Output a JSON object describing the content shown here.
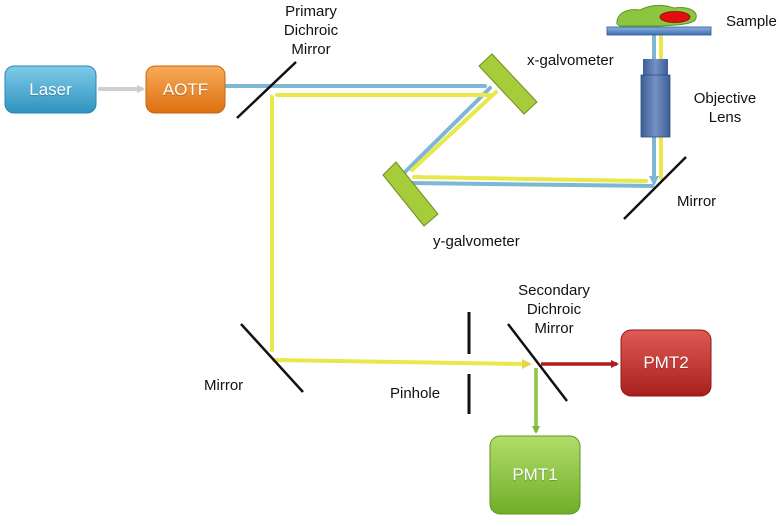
{
  "components": {
    "laser": "Laser",
    "aotf": "AOTF",
    "pmt1": "PMT1",
    "pmt2": "PMT2"
  },
  "labels": {
    "primary_dichroic": [
      "Primary",
      "Dichroic",
      "Mirror"
    ],
    "x_galvo": "x-galvometer",
    "y_galvo": "y-galvometer",
    "sample": "Sample",
    "objective": [
      "Objective",
      "Lens"
    ],
    "mirror_right": "Mirror",
    "mirror_left": "Mirror",
    "pinhole": "Pinhole",
    "secondary_dichroic": [
      "Secondary",
      "Dichroic",
      "Mirror"
    ]
  },
  "colors": {
    "laser_box": "#4aaed6",
    "aotf_box": "#f08a24",
    "pmt1_box": "#8cc63e",
    "pmt2_box": "#c9302c",
    "excitation_beam": "#7eb6d6",
    "emission_beam": "#e8e84a",
    "pmt1_beam": "#8cc63e",
    "pmt2_beam": "#b01c1c",
    "galvo_mirror": "#a6cc3a"
  }
}
